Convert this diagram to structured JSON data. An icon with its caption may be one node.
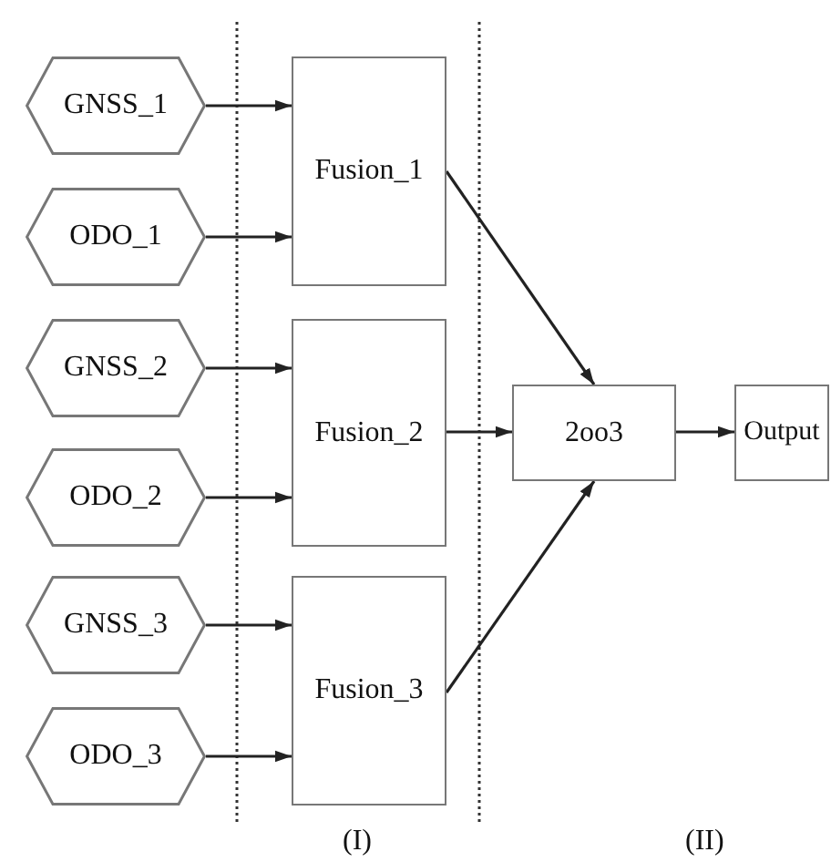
{
  "diagram": {
    "nodes": [
      {
        "text": [
          "GNSS_1"
        ]
      },
      {
        "text": [
          "ODO_1"
        ]
      },
      {
        "text": [
          "GNSS_2"
        ]
      },
      {
        "text": [
          "ODO_2"
        ]
      },
      {
        "text": [
          "GNSS_3"
        ]
      },
      {
        "text": [
          "ODO_3"
        ]
      },
      {
        "text": [
          "Fusion_1"
        ]
      },
      {
        "text": [
          "Fusion_2"
        ]
      },
      {
        "text": [
          "Fusion_3"
        ]
      },
      {
        "text": [
          "2oo3"
        ]
      },
      {
        "text": [
          "Output"
        ]
      }
    ],
    "edges": [
      {
        "from": 0,
        "to": 6,
        "arrow": "to"
      },
      {
        "from": 1,
        "to": 6,
        "arrow": "to"
      },
      {
        "from": 2,
        "to": 7,
        "arrow": "to"
      },
      {
        "from": 3,
        "to": 7,
        "arrow": "to"
      },
      {
        "from": 4,
        "to": 8,
        "arrow": "to"
      },
      {
        "from": 5,
        "to": 8,
        "arrow": "to"
      },
      {
        "from": 6,
        "to": 9,
        "arrow": "to"
      },
      {
        "from": 7,
        "to": 9,
        "arrow": "to"
      },
      {
        "from": 8,
        "to": 9,
        "arrow": "to"
      },
      {
        "from": 9,
        "to": 10,
        "arrow": "to"
      }
    ],
    "labels": [
      "(I)",
      "(II)"
    ]
  }
}
